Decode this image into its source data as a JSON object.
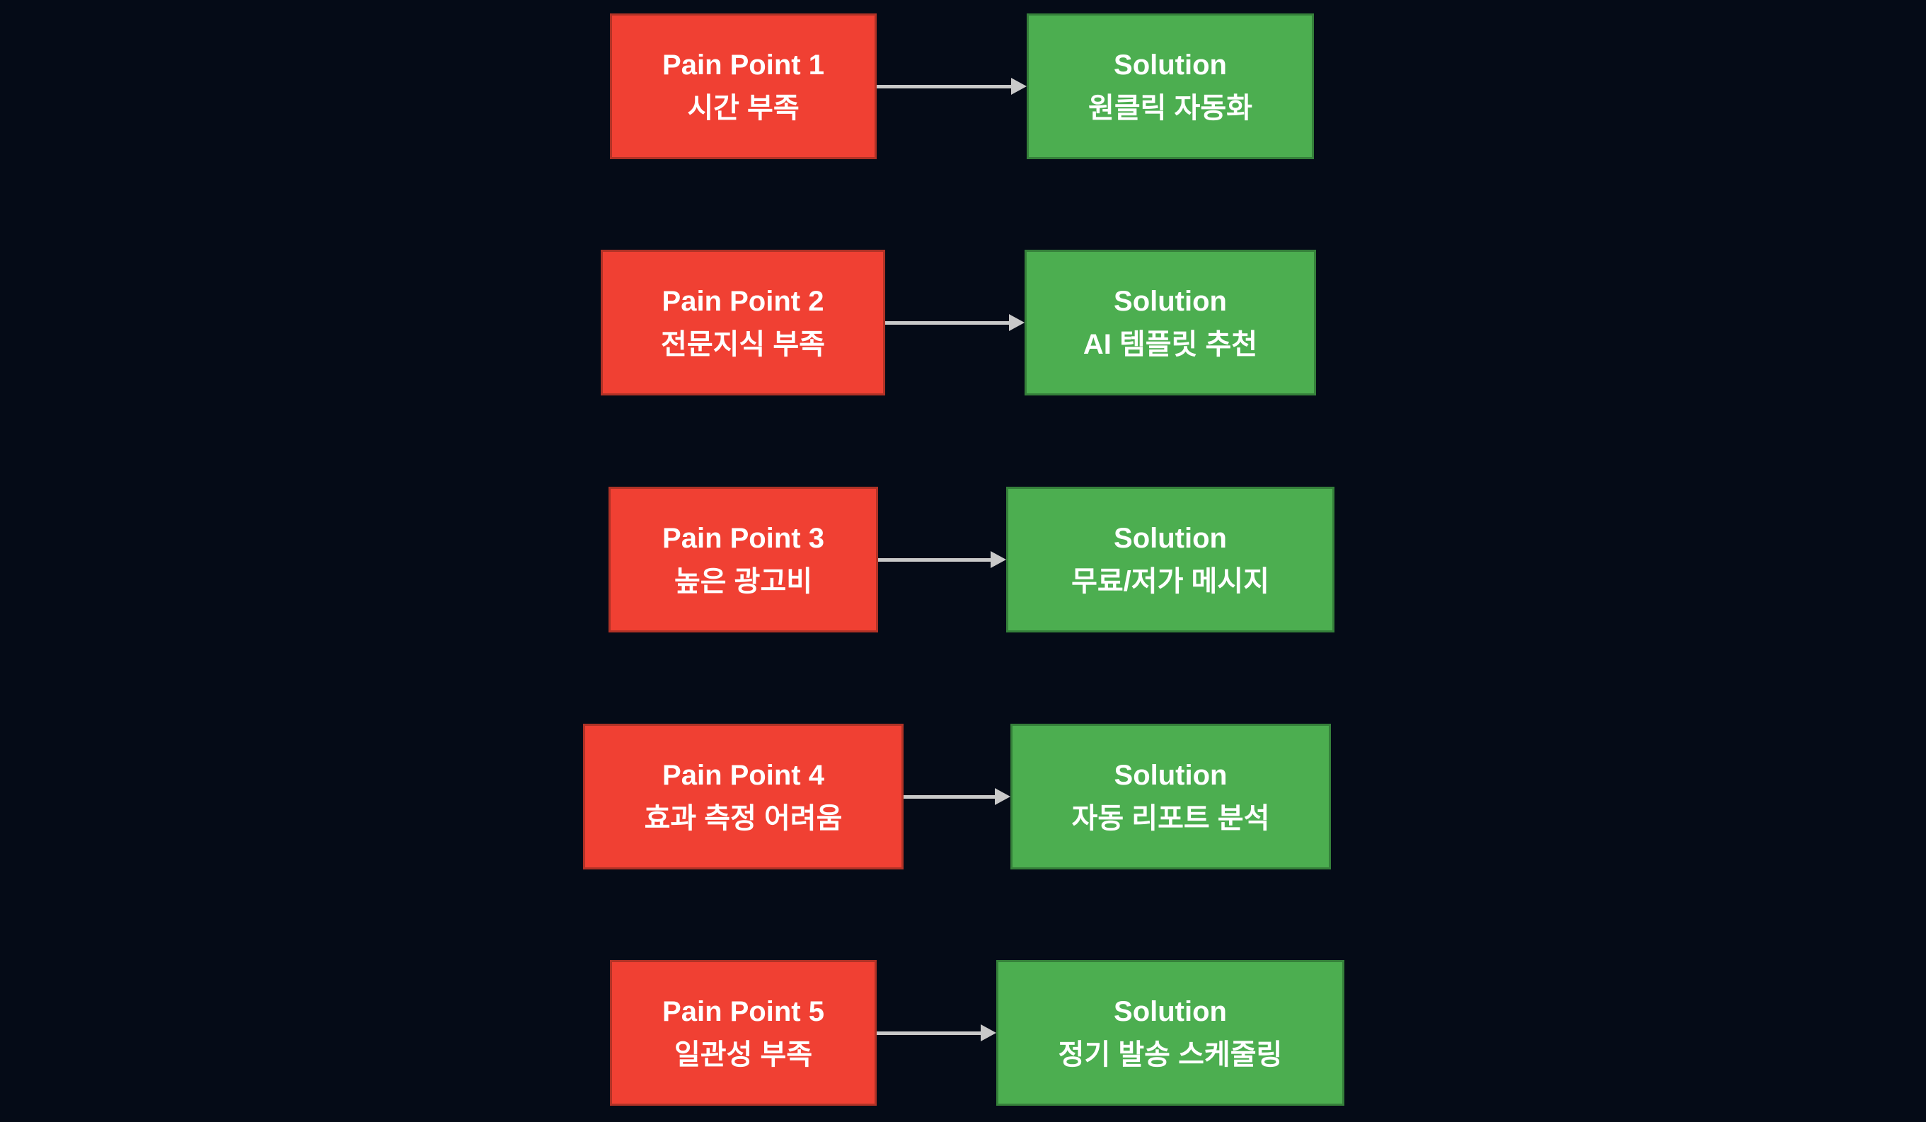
{
  "colors": {
    "background": "#050b17",
    "pain_fill": "#f04033",
    "pain_border": "#b03226",
    "solution_fill": "#4cae50",
    "solution_border": "#35803a",
    "arrow": "#c9c9c9",
    "text": "#ffffff"
  },
  "rows": [
    {
      "pain_title": "Pain Point 1",
      "pain_text": "시간 부족",
      "solution_title": "Solution",
      "solution_text": "원클릭 자동화"
    },
    {
      "pain_title": "Pain Point 2",
      "pain_text": "전문지식 부족",
      "solution_title": "Solution",
      "solution_text": "AI 템플릿 추천"
    },
    {
      "pain_title": "Pain Point 3",
      "pain_text": "높은 광고비",
      "solution_title": "Solution",
      "solution_text": "무료/저가 메시지"
    },
    {
      "pain_title": "Pain Point 4",
      "pain_text": "효과 측정 어려움",
      "solution_title": "Solution",
      "solution_text": "자동 리포트 분석"
    },
    {
      "pain_title": "Pain Point 5",
      "pain_text": "일관성 부족",
      "solution_title": "Solution",
      "solution_text": "정기 발송 스케줄링"
    }
  ]
}
